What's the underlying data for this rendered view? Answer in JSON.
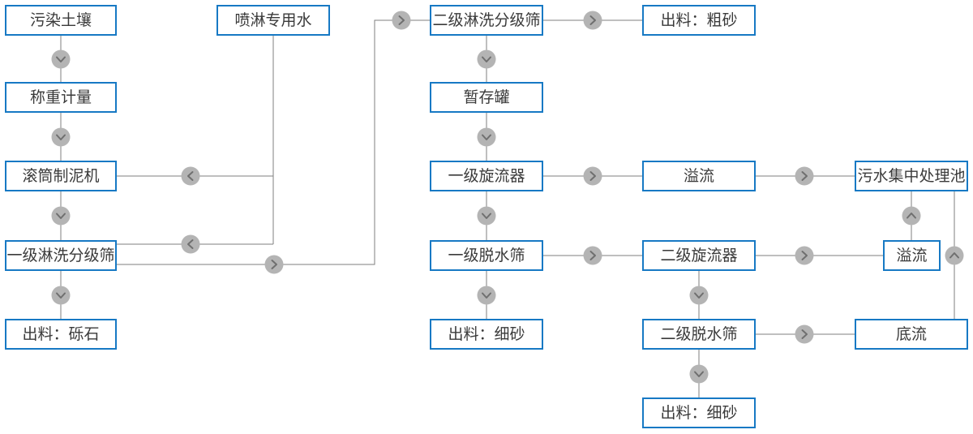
{
  "diagram_type": "process-flowchart",
  "language": "zh-CN",
  "nodes": {
    "contaminated_soil": "污染土壤",
    "spray_water": "喷淋专用水",
    "weighing": "称重计量",
    "drum_mud_maker": "滚筒制泥机",
    "first_washing_screen": "一级淋洗分级筛",
    "output_gravel": "出料：砾石",
    "second_washing_screen": "二级淋洗分级筛",
    "output_coarse_sand": "出料：粗砂",
    "storage_tank": "暂存罐",
    "first_cyclone": "一级旋流器",
    "overflow_1": "溢流",
    "wastewater_pool": "污水集中处理池",
    "first_dewatering_screen": "一级脱水筛",
    "second_cyclone": "二级旋流器",
    "overflow_2": "溢流",
    "output_fine_sand_1": "出料：细砂",
    "second_dewatering_screen": "二级脱水筛",
    "underflow": "底流",
    "output_fine_sand_2": "出料：细砂"
  },
  "edges": [
    {
      "from": "contaminated_soil",
      "to": "weighing"
    },
    {
      "from": "weighing",
      "to": "drum_mud_maker"
    },
    {
      "from": "drum_mud_maker",
      "to": "first_washing_screen"
    },
    {
      "from": "first_washing_screen",
      "to": "output_gravel"
    },
    {
      "from": "spray_water",
      "to": "drum_mud_maker"
    },
    {
      "from": "spray_water",
      "to": "first_washing_screen"
    },
    {
      "from": "first_washing_screen",
      "to": "second_washing_screen"
    },
    {
      "from": "second_washing_screen",
      "to": "output_coarse_sand"
    },
    {
      "from": "second_washing_screen",
      "to": "storage_tank"
    },
    {
      "from": "storage_tank",
      "to": "first_cyclone"
    },
    {
      "from": "first_cyclone",
      "to": "overflow_1"
    },
    {
      "from": "overflow_1",
      "to": "wastewater_pool"
    },
    {
      "from": "first_cyclone",
      "to": "first_dewatering_screen"
    },
    {
      "from": "first_dewatering_screen",
      "to": "output_fine_sand_1"
    },
    {
      "from": "first_dewatering_screen",
      "to": "second_cyclone"
    },
    {
      "from": "second_cyclone",
      "to": "overflow_2"
    },
    {
      "from": "overflow_2",
      "to": "wastewater_pool"
    },
    {
      "from": "second_cyclone",
      "to": "second_dewatering_screen"
    },
    {
      "from": "second_dewatering_screen",
      "to": "output_fine_sand_2"
    },
    {
      "from": "second_dewatering_screen",
      "to": "underflow"
    },
    {
      "from": "underflow",
      "to": "wastewater_pool"
    }
  ],
  "colors": {
    "background": "#ffffff",
    "node_border": "#1779c4",
    "node_background": "#ffffff",
    "node_text": "#3a3a3a",
    "connector_line": "#7f7f7f",
    "arrow_circle_fill": "#b4b4b4",
    "arrow_glyph": "#6f6f6f"
  }
}
